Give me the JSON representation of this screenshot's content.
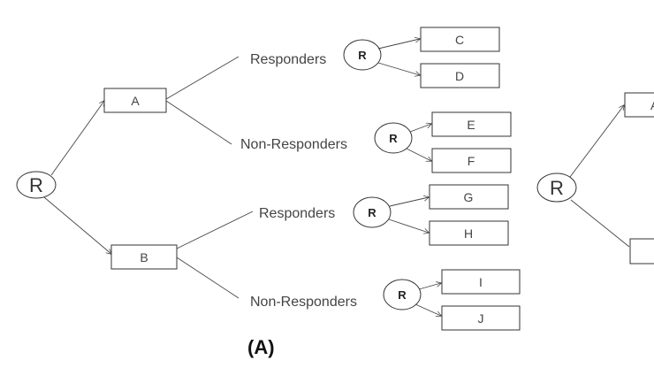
{
  "diagram": {
    "root_label": "R",
    "treatment_a": "A",
    "treatment_b": "B",
    "responders_label": "Responders",
    "non_responders_label": "Non-Responders",
    "randomization_label": "R",
    "outcomes": [
      "C",
      "D",
      "E",
      "F",
      "G",
      "H",
      "I",
      "J"
    ],
    "caption": "(A)",
    "partial_panel": {
      "root_label": "R",
      "top_box_label": "A"
    }
  }
}
